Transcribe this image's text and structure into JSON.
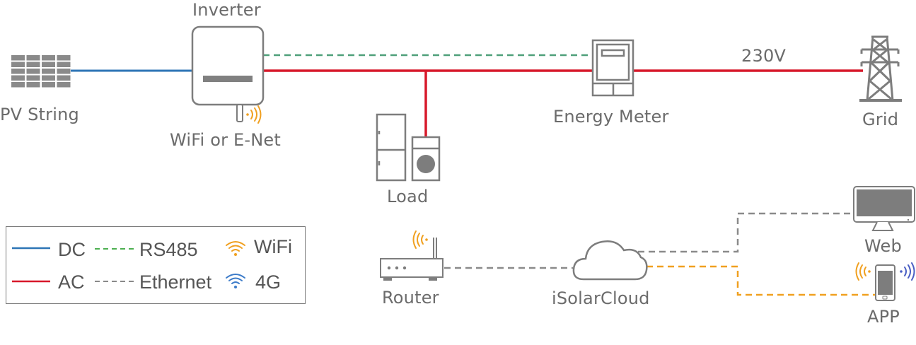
{
  "diagram": {
    "title": "PV system communication diagram",
    "nodes": {
      "pv_string": "PV String",
      "inverter": "Inverter",
      "inverter_comm": "WiFi or E-Net",
      "load": "Load",
      "energy_meter": "Energy Meter",
      "grid": "Grid",
      "grid_voltage": "230V",
      "router": "Router",
      "cloud": "iSolarCloud",
      "web": "Web",
      "app": "APP"
    },
    "connections": [
      {
        "from": "PV String",
        "to": "Inverter",
        "type": "DC"
      },
      {
        "from": "Inverter",
        "to": "Energy Meter",
        "type": "AC"
      },
      {
        "from": "Inverter",
        "to": "Energy Meter",
        "type": "RS485"
      },
      {
        "from": "AC bus",
        "to": "Load",
        "type": "AC"
      },
      {
        "from": "Energy Meter",
        "to": "Grid",
        "type": "AC"
      },
      {
        "from": "Router",
        "to": "iSolarCloud",
        "type": "Ethernet"
      },
      {
        "from": "iSolarCloud",
        "to": "Web",
        "type": "Ethernet"
      },
      {
        "from": "iSolarCloud",
        "to": "APP",
        "type": "WiFi"
      }
    ]
  },
  "legend": {
    "dc": "DC",
    "ac": "AC",
    "rs485": "RS485",
    "ethernet": "Ethernet",
    "wifi": "WiFi",
    "fourg": "4G"
  },
  "colors": {
    "dc": "#2e75b6",
    "ac": "#d7182a",
    "rs485": "#4fa07a",
    "ethernet": "#8a8a8a",
    "wifi": "#f0a020",
    "fourg": "#3d7cc9",
    "icon": "#7d7d7d"
  }
}
